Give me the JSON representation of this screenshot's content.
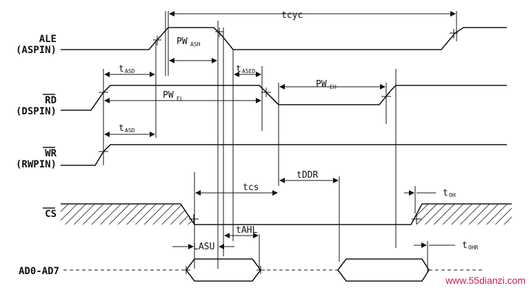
{
  "signals": {
    "ale": {
      "name": "ALE",
      "pin": "(ASPIN)"
    },
    "rd": {
      "name": "RD",
      "pin": "(DSPIN)"
    },
    "wr": {
      "name": "WR",
      "pin": "(RWPIN)"
    },
    "cs": {
      "name": "CS"
    },
    "ad": {
      "name": "AD0-AD7"
    }
  },
  "timing": {
    "tcyc": "tcyc",
    "pwash": {
      "main": "PW",
      "sub": "ASH"
    },
    "tasd_rd": {
      "main": "t",
      "sub": "ASD"
    },
    "tased": {
      "main": "t",
      "sub": "ASED"
    },
    "pwel": {
      "main": "PW",
      "sub": "EL"
    },
    "pweh": {
      "main": "PW",
      "sub": "EH"
    },
    "tasd_wr": {
      "main": "t",
      "sub": "ASD"
    },
    "tddr": "tDDR",
    "tcs": "tcs",
    "toh": {
      "main": "t",
      "sub": "OH"
    },
    "tahl": "tAHL",
    "lasu": "LASU",
    "tohr": {
      "main": "t",
      "sub": "OHR"
    }
  },
  "watermark": "www.55dianzi.com"
}
